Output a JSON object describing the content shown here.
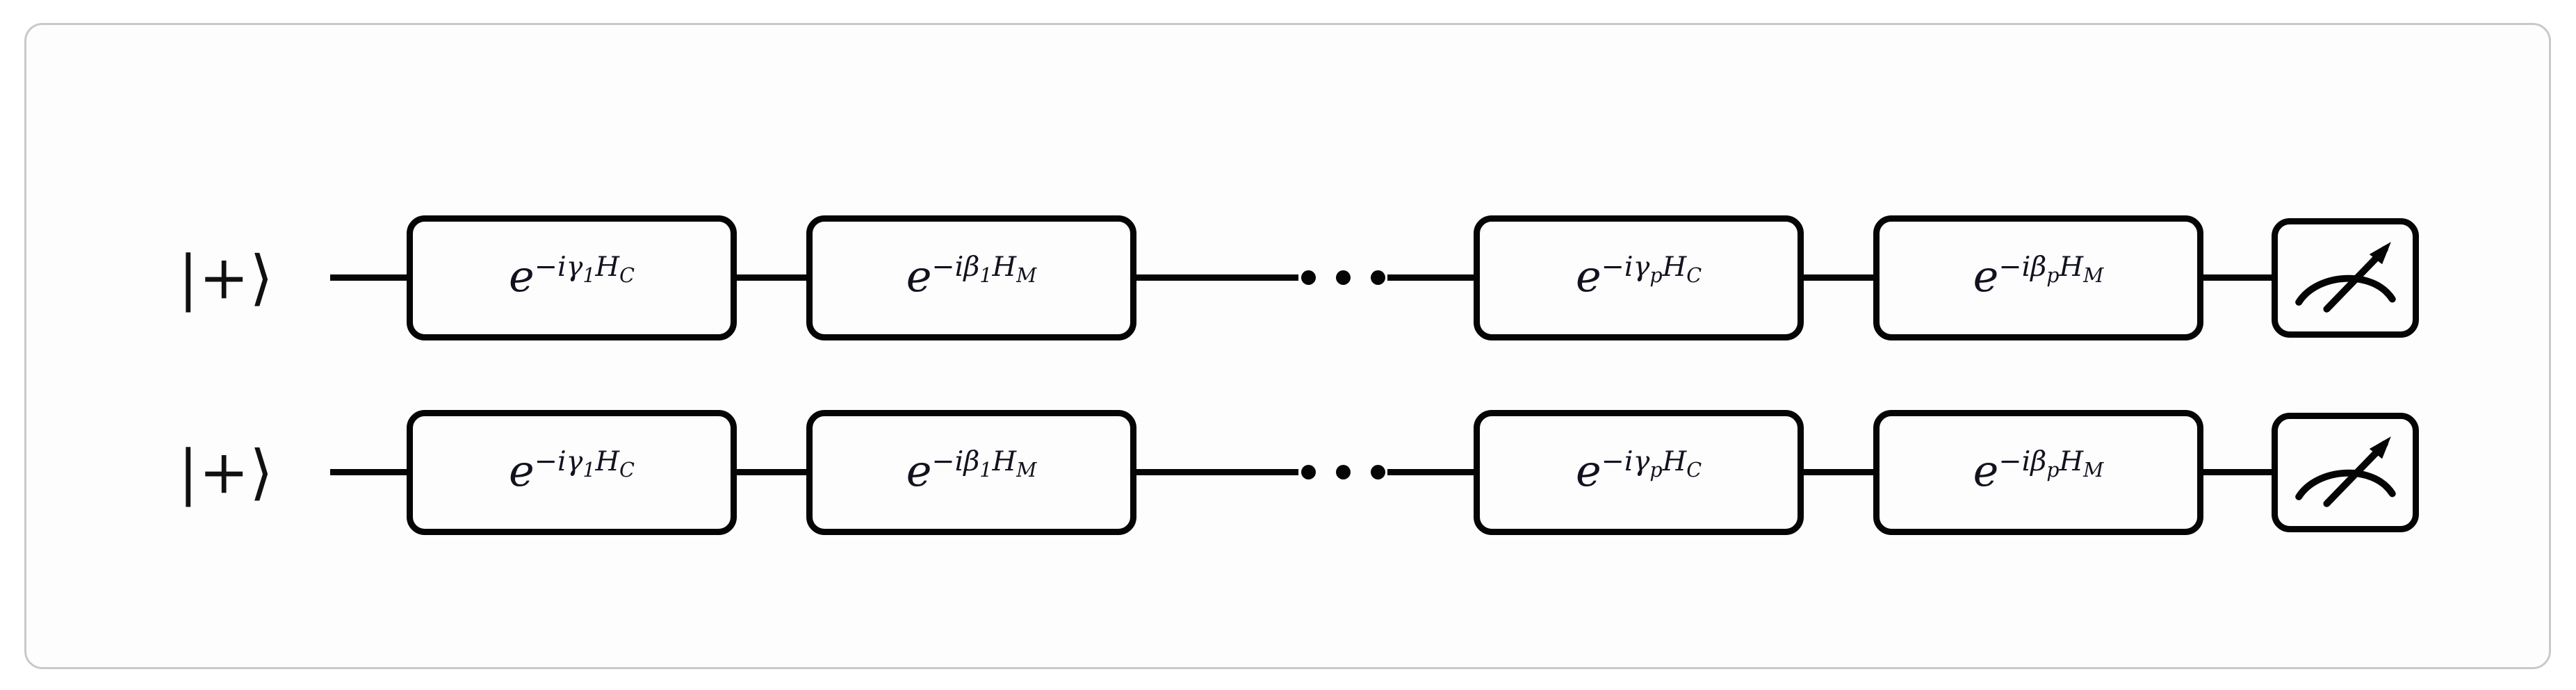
{
  "figure": {
    "type": "quantum-circuit-diagram",
    "title": "QAOA variational quantum circuit",
    "background_color": "#fdfdfd",
    "frame_color": "#c9c9c9",
    "ink_color": "#050505",
    "qubit_count": 2,
    "ellipsis_glyph": "···"
  },
  "circuit": {
    "wires": [
      {
        "index": 0,
        "input_state": "|+⟩",
        "elements": [
          {
            "kind": "gate",
            "name": "cost-gate-1",
            "label": "e^{-iγ₁H_C}",
            "base": "e",
            "exp_prefix": "−i",
            "exp_symbol": "γ",
            "exp_sub": "1",
            "operator": "H",
            "operator_sub": "C"
          },
          {
            "kind": "gate",
            "name": "mixer-gate-1",
            "label": "e^{-iβ₁H_M}",
            "base": "e",
            "exp_prefix": "−i",
            "exp_symbol": "β",
            "exp_sub": "1",
            "operator": "H",
            "operator_sub": "M"
          },
          {
            "kind": "ellipsis",
            "name": "layer-ellipsis",
            "label": "···"
          },
          {
            "kind": "gate",
            "name": "cost-gate-p",
            "label": "e^{-iγ_pH_C}",
            "base": "e",
            "exp_prefix": "−i",
            "exp_symbol": "γ",
            "exp_sub": "p",
            "operator": "H",
            "operator_sub": "C"
          },
          {
            "kind": "gate",
            "name": "mixer-gate-p",
            "label": "e^{-iβ_pH_M}",
            "base": "e",
            "exp_prefix": "−i",
            "exp_symbol": "β",
            "exp_sub": "p",
            "operator": "H",
            "operator_sub": "M"
          },
          {
            "kind": "measure",
            "name": "measurement-gate",
            "label": "measure"
          }
        ]
      },
      {
        "index": 1,
        "input_state": "|+⟩",
        "elements": [
          {
            "kind": "gate",
            "name": "cost-gate-1",
            "label": "e^{-iγ₁H_C}",
            "base": "e",
            "exp_prefix": "−i",
            "exp_symbol": "γ",
            "exp_sub": "1",
            "operator": "H",
            "operator_sub": "C"
          },
          {
            "kind": "gate",
            "name": "mixer-gate-1",
            "label": "e^{-iβ₁H_M}",
            "base": "e",
            "exp_prefix": "−i",
            "exp_symbol": "β",
            "exp_sub": "1",
            "operator": "H",
            "operator_sub": "M"
          },
          {
            "kind": "ellipsis",
            "name": "layer-ellipsis",
            "label": "···"
          },
          {
            "kind": "gate",
            "name": "cost-gate-p",
            "label": "e^{-iγ_pH_C}",
            "base": "e",
            "exp_prefix": "−i",
            "exp_symbol": "γ",
            "exp_sub": "p",
            "operator": "H",
            "operator_sub": "C"
          },
          {
            "kind": "gate",
            "name": "mixer-gate-p",
            "label": "e^{-iβ_pH_M}",
            "base": "e",
            "exp_prefix": "−i",
            "exp_symbol": "β",
            "exp_sub": "p",
            "operator": "H",
            "operator_sub": "M"
          },
          {
            "kind": "measure",
            "name": "measurement-gate",
            "label": "measure"
          }
        ]
      }
    ]
  }
}
